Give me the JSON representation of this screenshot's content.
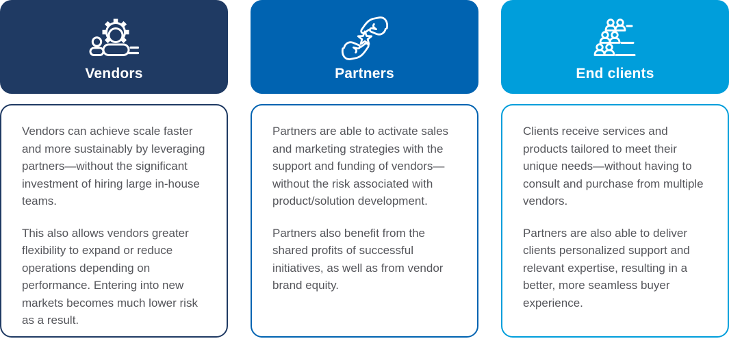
{
  "page": {
    "background": "#ffffff",
    "body_text_color": "#55565b"
  },
  "columns": [
    {
      "title": "Vendors",
      "accent": "#1f3a63",
      "icon": "gear-person-icon",
      "paragraphs": [
        "Vendors can achieve scale faster and more sustainably by leveraging partners—without the significant investment of hiring large in-house teams.",
        "This also allows vendors greater flexibility to expand or reduce operations depending on performance. Entering into new markets becomes much lower risk as a result."
      ]
    },
    {
      "title": "Partners",
      "accent": "#0063b1",
      "icon": "hands-star-icon",
      "paragraphs": [
        "Partners are able to activate sales and marketing strategies with the support and funding of vendors—without the risk associated with product/solution development.",
        "Partners also benefit from the shared profits of successful initiatives, as well as from vendor brand equity."
      ]
    },
    {
      "title": "End clients",
      "accent": "#009edb",
      "icon": "clients-group-icon",
      "paragraphs": [
        "Clients receive services and products tailored to meet their unique needs—without having to consult and purchase from multiple vendors.",
        "Partners are also able to deliver clients personalized support and relevant expertise, resulting in a better, more seamless buyer experience."
      ]
    }
  ]
}
